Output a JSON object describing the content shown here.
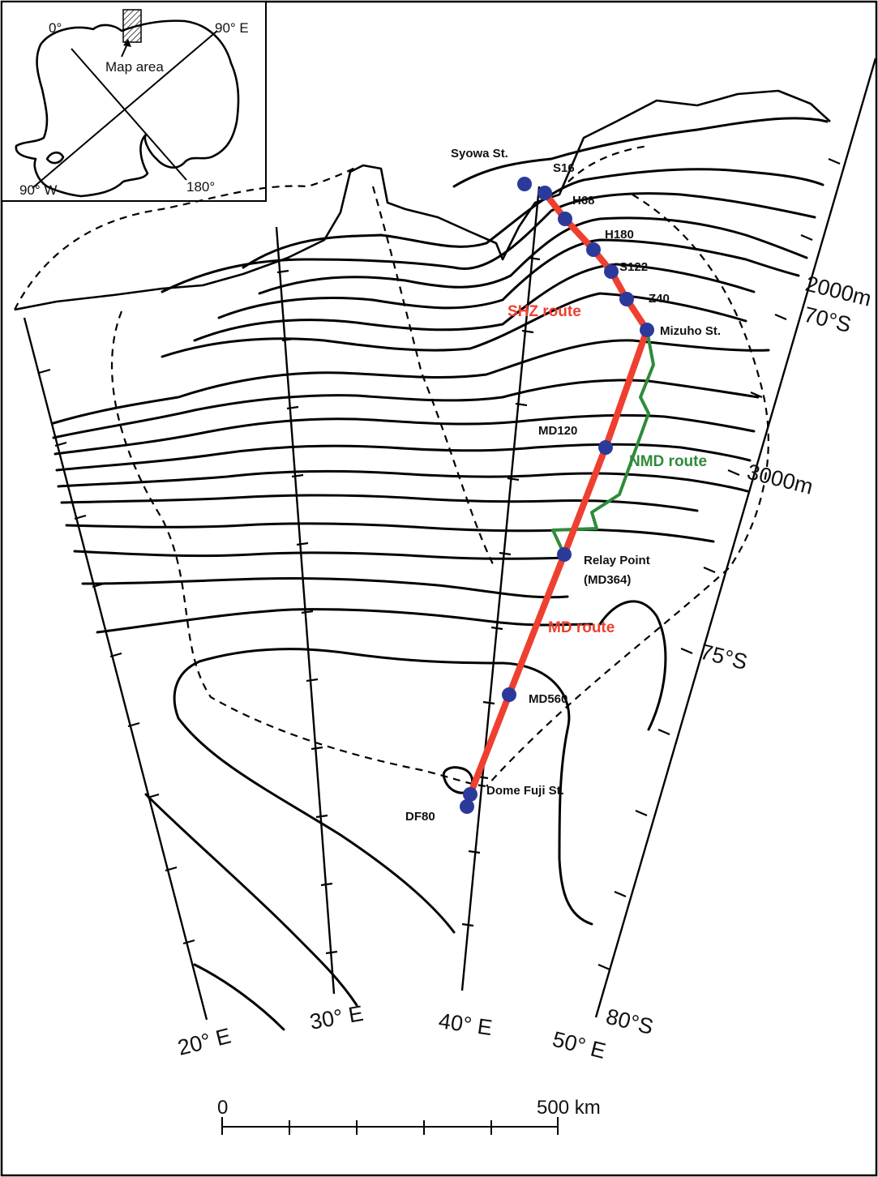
{
  "inset": {
    "label_0": "0°",
    "label_90e": "90° E",
    "label_90w": "90° W",
    "label_180": "180°",
    "map_area": "Map area"
  },
  "stations": {
    "syowa": "Syowa St.",
    "s16": "S16",
    "h68": "H68",
    "h180": "H180",
    "s122": "S122",
    "z40": "Z40",
    "mizuho": "Mizuho St.",
    "md120": "MD120",
    "relay_line1": "Relay Point",
    "relay_line2": "(MD364)",
    "md560": "MD560",
    "dome_fuji": "Dome Fuji St.",
    "df80": "DF80"
  },
  "routes": {
    "shz": {
      "label": "SHZ route",
      "color": "#ee4030"
    },
    "nmd": {
      "label": "NMD route",
      "color": "#2e8b3a"
    },
    "md": {
      "label": "MD route",
      "color": "#ee4030"
    }
  },
  "contours": {
    "c2000": "2000m",
    "c3000": "3000m"
  },
  "graticule": {
    "lat_70": "70°S",
    "lat_75": "75°S",
    "lat_80": "80°S",
    "lon_20": "20° E",
    "lon_30": "30° E",
    "lon_40": "40° E",
    "lon_50": "50° E"
  },
  "scale_bar": {
    "start": "0",
    "end": "500 km"
  },
  "colors": {
    "station_dot": "#2b3a9a",
    "line": "#000000"
  }
}
